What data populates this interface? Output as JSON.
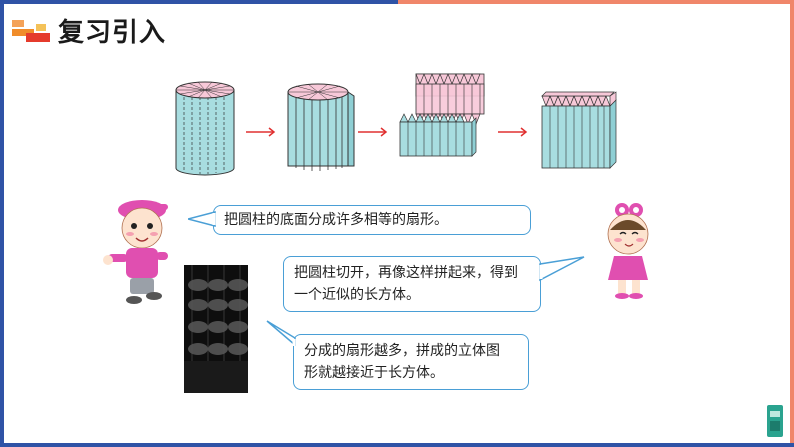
{
  "title": "复习引入",
  "colors": {
    "frame_left": "#2f53a6",
    "frame_right": "#f0866a",
    "bubble_border": "#4a9fd6",
    "arrow": "#e03030",
    "cylinder_side": "#a8dde0",
    "prism_top": "#f7c8d8"
  },
  "icons": {
    "logo": "stacked-blocks-icon",
    "arrow": "right-arrow-icon",
    "corner": "book-icon"
  },
  "bubbles": [
    {
      "text": "把圆柱的底面分成许多相等的扇形。"
    },
    {
      "line1": "把圆柱切开，再像这样拼起来，得到",
      "line2": "一个近似的长方体。"
    },
    {
      "line1": "分成的扇形越多，拼成的立体图",
      "line2": "形就越接近于长方体。"
    }
  ]
}
